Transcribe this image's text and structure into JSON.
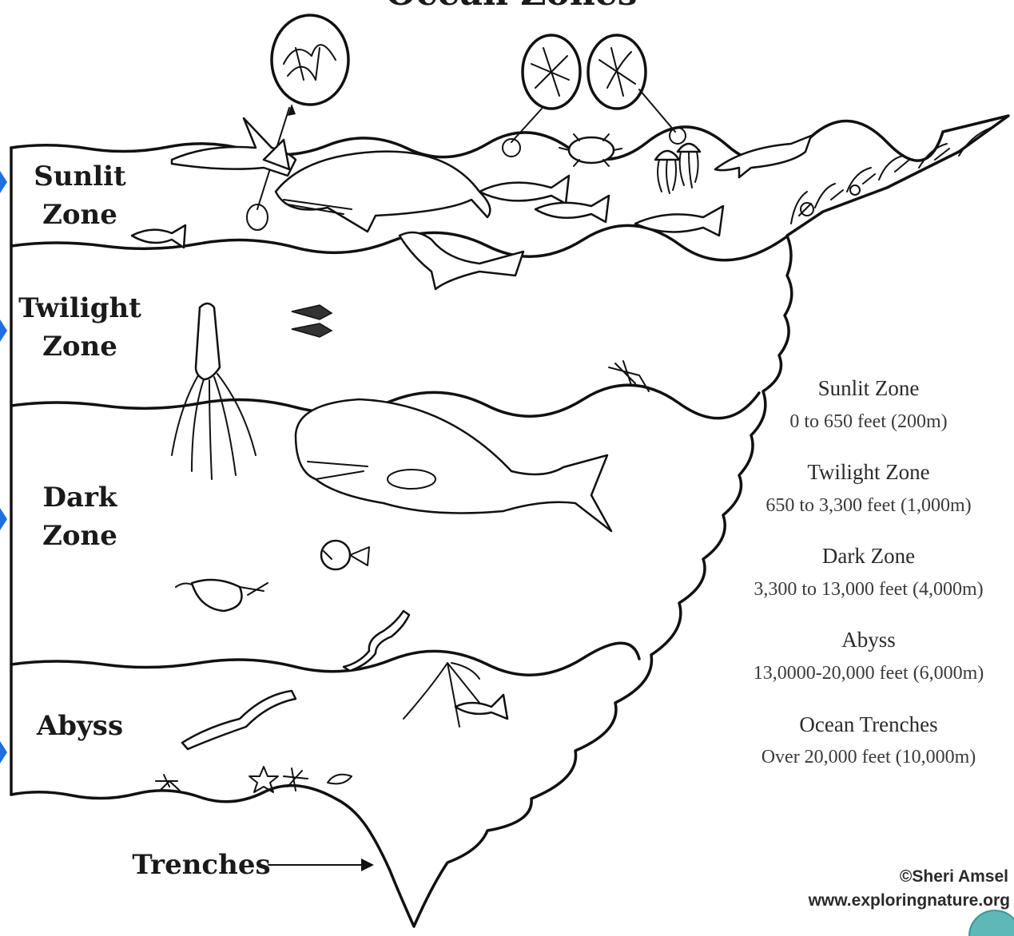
{
  "title": "Ocean Zones",
  "zones": [
    {
      "label_line1": "Sunlit",
      "label_line2": "Zone"
    },
    {
      "label_line1": "Twilight",
      "label_line2": "Zone"
    },
    {
      "label_line1": "Dark",
      "label_line2": "Zone"
    },
    {
      "label_line1": "Abyss",
      "label_line2": ""
    }
  ],
  "trenches_label": "Trenches",
  "legend": [
    {
      "name": "Sunlit Zone",
      "range": "0 to 650 feet (200m)"
    },
    {
      "name": "Twilight Zone",
      "range": "650 to 3,300 feet (1,000m)"
    },
    {
      "name": "Dark Zone",
      "range": "3,300 to 13,000 feet (4,000m)"
    },
    {
      "name": "Abyss",
      "range": "13,0000-20,000 feet (6,000m)"
    },
    {
      "name": "Ocean Trenches",
      "range": "Over 20,000 feet (10,000m)"
    }
  ],
  "credit": {
    "author": "©Sheri Amsel",
    "website": "www.exploringnature.org"
  },
  "colors": {
    "ink": "#111111",
    "bullet": "#1e6fe0",
    "badge": "#5fb8b8"
  },
  "icons": [
    "shark-icon",
    "whale-icon",
    "turtle-icon",
    "jellyfish-icon",
    "dolphin-icon",
    "tuna-icon",
    "squid-icon",
    "hatchetfish-icon",
    "sperm-whale-icon",
    "anglerfish-icon",
    "eel-icon",
    "tripod-fish-icon",
    "starfish-icon",
    "coral-icon",
    "plankton-icon"
  ]
}
